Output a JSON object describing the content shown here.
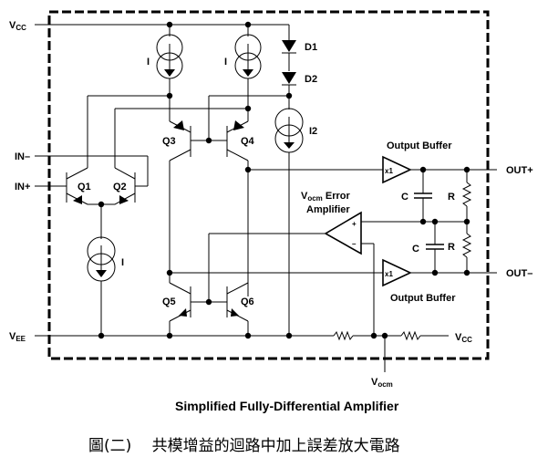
{
  "rails": {
    "vcc_top": {
      "main": "V",
      "sub": "CC"
    },
    "vee": {
      "main": "V",
      "sub": "EE"
    },
    "vcc_bottom": {
      "main": "V",
      "sub": "CC"
    },
    "vocm": {
      "main": "V",
      "sub": "ocm"
    }
  },
  "inputs": {
    "in_minus": "IN–",
    "in_plus": "IN+"
  },
  "outputs": {
    "out_plus": "OUT+",
    "out_minus": "OUT–"
  },
  "transistors": [
    "Q1",
    "Q2",
    "Q3",
    "Q4",
    "Q5",
    "Q6"
  ],
  "current_sources": {
    "top_left": "I",
    "top_right": "I",
    "tail": "I",
    "bias": "I2"
  },
  "diodes": [
    "D1",
    "D2"
  ],
  "buffers": {
    "top_label": "Output Buffer",
    "bottom_label": "Output Buffer",
    "gain": "x1"
  },
  "error_amp": {
    "line1_main": "V",
    "line1_sub": "ocm",
    "line1_rest": " Error",
    "line2": "Amplifier",
    "plus": "+",
    "minus": "–"
  },
  "passives": {
    "c_top": "C",
    "c_bottom": "C",
    "r_top": "R",
    "r_bottom": "R"
  },
  "caption_en": "Simplified Fully-Differential Amplifier",
  "caption_zh": "圖(二)　 共模增益的迴路中加上誤差放大電路"
}
